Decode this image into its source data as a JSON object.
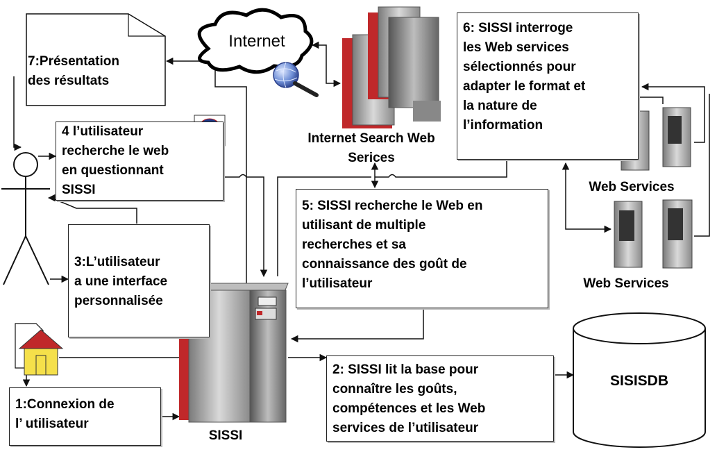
{
  "nodes": {
    "internet": "Internet",
    "sissi": "SISSI",
    "db": "SISISDB",
    "search_ws": "Internet Search Web\nSerices",
    "ws_top": "Web Services",
    "ws_bottom": "Web Services"
  },
  "steps": {
    "s1": "1:Connexion de\nl’ utilisateur",
    "s2": "2: SISSI lit la base pour\nconnaître les goûts,\ncompétences et les Web\nservices de l’utilisateur",
    "s3": "3:L’utilisateur\na une interface\npersonnalisée",
    "s4": "4 l’utilisateur\nrecherche le web\nen questionnant\nSISSI",
    "s5": "5: SISSI recherche le Web en\nutilisant de multiple\nrecherches et sa\nconnaissance des goût de\nl’utilisateur",
    "s6": "6: SISSI interroge\nles Web services\nsélectionnés pour\nadapter le format et\nla nature de\nl’information",
    "s7": "7:Présentation\ndes résultats"
  },
  "icons": [
    "cloud-icon",
    "globe-magnifier-icon",
    "server-icon",
    "database-icon",
    "user-stick-figure-icon",
    "home-icon",
    "document-icon",
    "globe-icon"
  ],
  "colors": {
    "server_red": "#c0282a",
    "server_gray": "#9a9a9a",
    "home_yellow": "#f5e04a",
    "globe_blue": "#2f5fb0"
  }
}
